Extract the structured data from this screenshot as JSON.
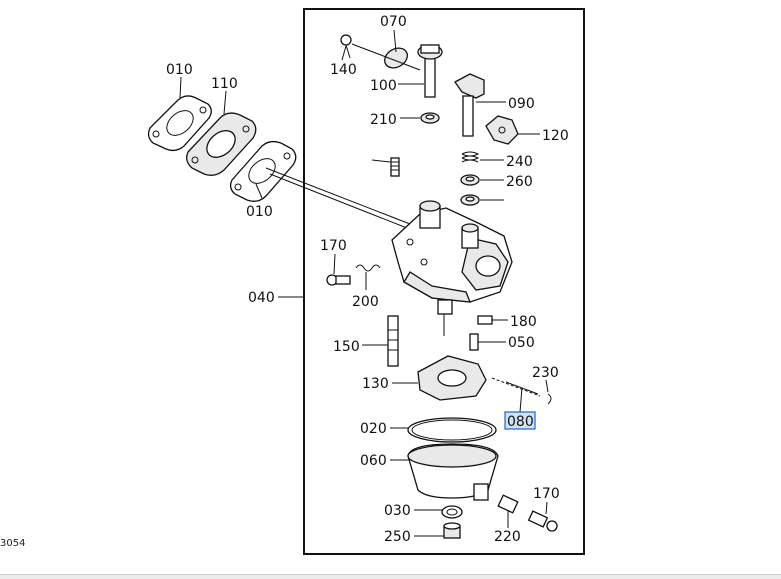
{
  "ref_code": "3054",
  "selected_callout": "080",
  "callouts": [
    "070",
    "140",
    "100",
    "010",
    "110",
    "090",
    "210",
    "120",
    "240",
    "260",
    "010",
    "170",
    "040",
    "200",
    "180",
    "050",
    "150",
    "130",
    "230",
    "080",
    "020",
    "060",
    "170",
    "030",
    "250",
    "220"
  ]
}
